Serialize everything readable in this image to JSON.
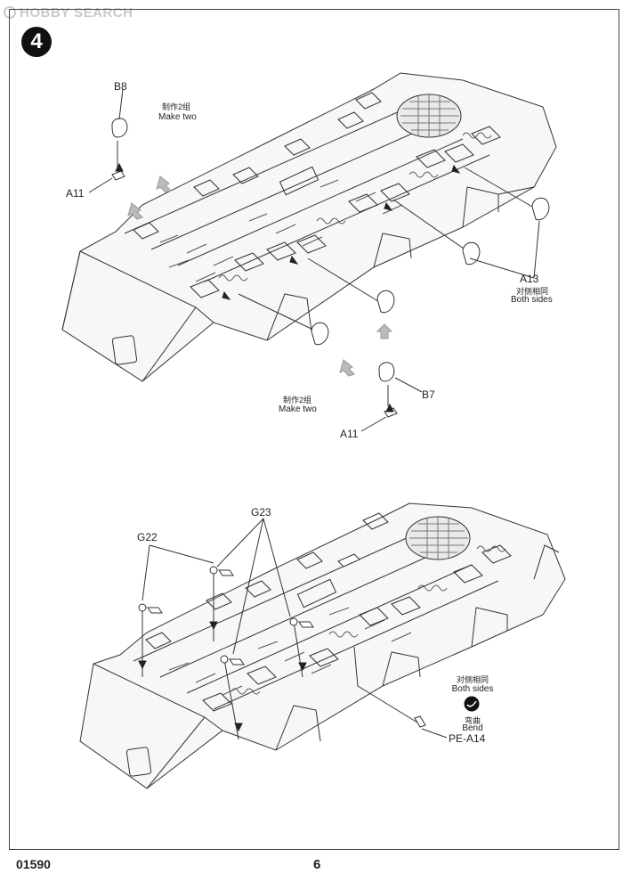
{
  "watermark": {
    "text": "HOBBY SEARCH",
    "color": "#c9c9c9"
  },
  "step": {
    "number": "4"
  },
  "top_section": {
    "make_two_cn_1": "制作2组",
    "make_two_en_1": "Make two",
    "make_two_cn_2": "制作2组",
    "make_two_en_2": "Make two",
    "both_sides_cn": "对侧相同",
    "both_sides_en": "Both sides",
    "parts": {
      "b8": "B8",
      "a11_top": "A11",
      "a13": "A13",
      "b7": "B7",
      "a11_bottom": "A11"
    }
  },
  "bottom_section": {
    "parts": {
      "g22": "G22",
      "g23": "G23",
      "pe_a14": "PE-A14"
    },
    "both_sides_cn": "对侧相同",
    "both_sides_en": "Both sides",
    "bend_cn": "弯曲",
    "bend_en": "Bend"
  },
  "footer": {
    "product_code": "01590",
    "page_number": "6"
  },
  "colors": {
    "line": "#333333",
    "fill_light": "#f4f4f4",
    "arrow_grey": "#bbbbbb",
    "badge": "#111111"
  }
}
